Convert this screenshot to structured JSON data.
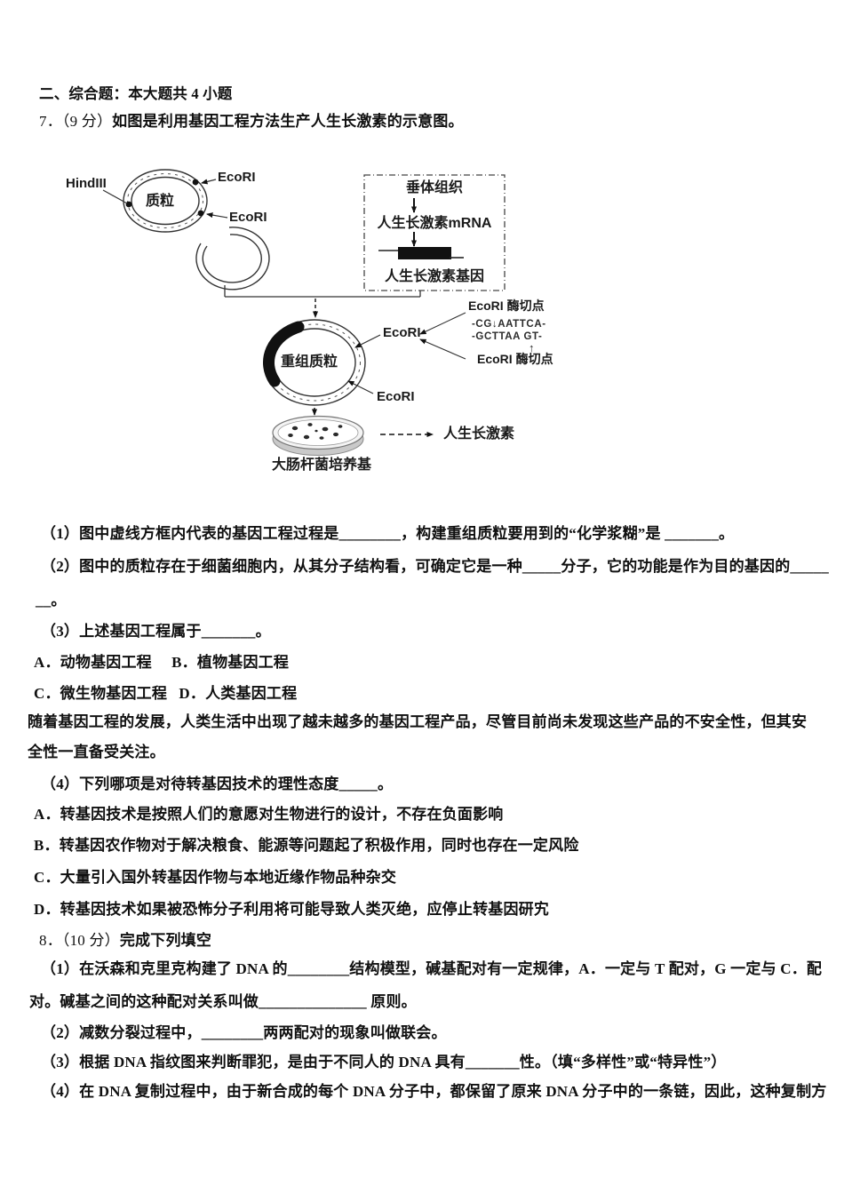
{
  "doc": {
    "section_header": "二、综合题：本大题共 4 小题",
    "q7_number": "7．（9 分）",
    "q7_stem": "如图是利用基因工程方法生产人生长激素的示意图。",
    "q7_lines": [
      "（1）图中虚线方框内代表的基因工程过程是________，构建重组质粒要用到的“化学浆糊”是 _______。",
      "（2）图中的质粒存在于细菌细胞内，从其分子结构看，可确定它是一种_____分子，它的功能是作为目的基因的_____",
      "__。",
      "（3）上述基因工程属于_______。",
      "A．动物基因工程     B．植物基因工程",
      "C．微生物基因工程   D．人类基因工程",
      "随着基因工程的发展，人类生活中出现了越未越多的基因工程产品，尽管目前尚未发现这些产品的不安全性，但其安",
      "全性一直备受关注。",
      "（4）下列哪项是对待转基因技术的理性态度_____。",
      "A．转基因技术是按照人们的意愿对生物进行的设计，不存在负面影响",
      "B．转基因农作物对于解决粮食、能源等问题起了积极作用，同时也存在一定风险",
      "C．大量引入国外转基因作物与本地近缘作物品种杂交",
      "D．转基因技术如果被恐怖分子利用将可能导致人类灭绝，应停止转基因研宄"
    ],
    "q8_number": "8．（10 分）",
    "q8_title": "完成下列填空",
    "q8_lines": [
      "（1）在沃森和克里克构建了 DNA 的________结构模型，碱基配对有一定规律，A．一定与 T 配对，G 一定与 C．配",
      "对。碱基之间的这种配对关系叫做______________ 原则。",
      "（2）减数分裂过程中，________两两配对的现象叫做联会。",
      "（3）根据 DNA 指纹图来判断罪犯，是由于不同人的 DNA 具有_______性。（填“多样性”或“特异性”）",
      "（4）在 DNA 复制过程中，由于新合成的每个 DNA 分子中，都保留了原来 DNA 分子中的一条链，因此，这种复制方"
    ]
  },
  "diagram": {
    "hindiii_label": "HindIII",
    "plasmid_label": "质粒",
    "ecori_label": "EcoRI",
    "box": {
      "tissue": "垂体组织",
      "mrna": "人生长激素mRNA",
      "gene": "人生长激素基因"
    },
    "recombinant_label": "重组质粒",
    "cut_site": {
      "label_top": "EcoRI 酶切点",
      "label_bottom": "EcoRI 酶切点",
      "top_strand": "-CG↓AATTCA-",
      "bottom_strand": "-GCTTAA GT-",
      "up_arrow": "↑"
    },
    "dish_label": "大肠杆菌培养基",
    "product_label": "人生长激素"
  }
}
